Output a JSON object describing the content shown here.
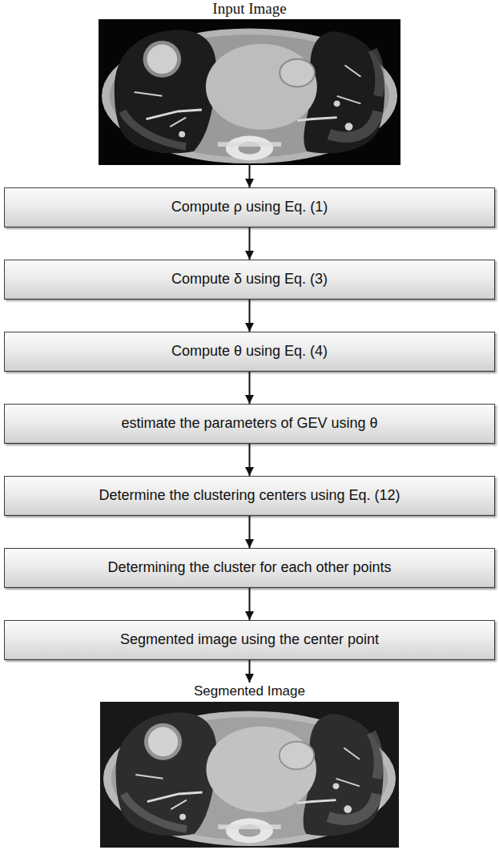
{
  "diagram": {
    "nodes": [
      {
        "text": [
          "Input Image"
        ]
      },
      {
        "text": [
          "Compute ρ using Eq. (1)"
        ]
      },
      {
        "text": [
          "Compute δ using Eq. (3)"
        ]
      },
      {
        "text": [
          "Compute θ using Eq. (4)"
        ]
      },
      {
        "text": [
          "estimate the parameters of GEV using θ"
        ]
      },
      {
        "text": [
          "Determine the clustering centers using Eq. (12)"
        ]
      },
      {
        "text": [
          "Determining the cluster for each other points"
        ]
      },
      {
        "text": [
          "Segmented image using the center point"
        ]
      },
      {
        "text": [
          "Segmented Image"
        ]
      }
    ],
    "edges": [
      {
        "from": 0,
        "to": 1,
        "arrow": "to"
      },
      {
        "from": 1,
        "to": 2,
        "arrow": "to"
      },
      {
        "from": 2,
        "to": 3,
        "arrow": "to"
      },
      {
        "from": 3,
        "to": 4,
        "arrow": "to"
      },
      {
        "from": 4,
        "to": 5,
        "arrow": "to"
      },
      {
        "from": 5,
        "to": 6,
        "arrow": "to"
      },
      {
        "from": 6,
        "to": 7,
        "arrow": "to"
      },
      {
        "from": 7,
        "to": 8,
        "arrow": "to"
      }
    ]
  }
}
